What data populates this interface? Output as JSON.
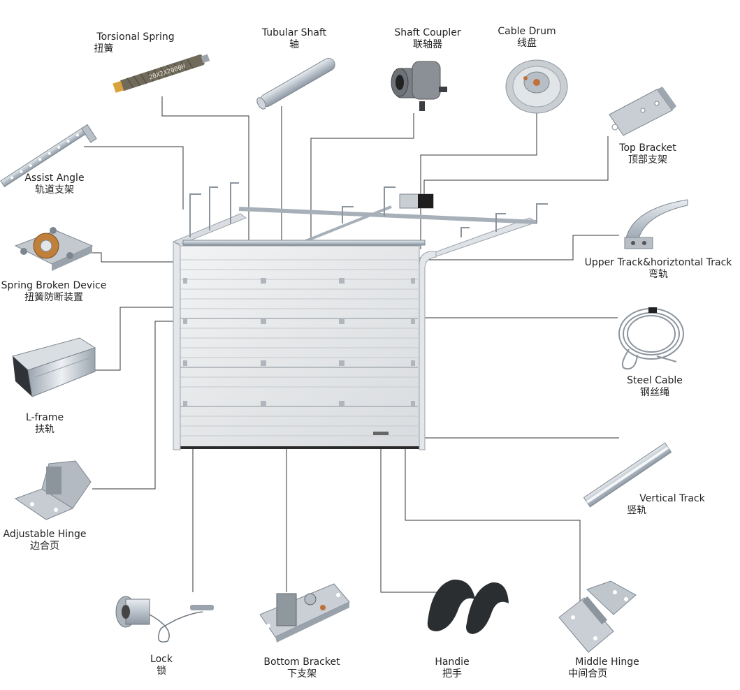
{
  "parts": [
    {
      "id": "torsional-spring",
      "en": "Torsional Spring",
      "zh": "扭簧"
    },
    {
      "id": "tubular-shaft",
      "en": "Tubular Shaft",
      "zh": "轴"
    },
    {
      "id": "shaft-coupler",
      "en": "Shaft Coupler",
      "zh": "联轴器"
    },
    {
      "id": "cable-drum",
      "en": "Cable Drum",
      "zh": "线盘"
    },
    {
      "id": "top-bracket",
      "en": "Top Bracket",
      "zh": "顶部支架"
    },
    {
      "id": "assist-angle",
      "en": "Assist Angle",
      "zh": "轨道支架"
    },
    {
      "id": "spring-broken-device",
      "en": "Spring Broken Device",
      "zh": "扭簧防断装置"
    },
    {
      "id": "upper-track",
      "en": "Upper Track&horiztontal Track",
      "zh": "弯轨"
    },
    {
      "id": "steel-cable",
      "en": "Steel Cable",
      "zh": "钢丝绳"
    },
    {
      "id": "l-frame",
      "en": "L-frame",
      "zh": "扶轨"
    },
    {
      "id": "vertical-track",
      "en": "Vertical Track",
      "zh": "竖轨"
    },
    {
      "id": "adjustable-hinge",
      "en": "Adjustable Hinge",
      "zh": "边合页"
    },
    {
      "id": "lock",
      "en": "Lock",
      "zh": "锁"
    },
    {
      "id": "bottom-bracket",
      "en": "Bottom Bracket",
      "zh": "下支架"
    },
    {
      "id": "handle",
      "en": "Handie",
      "zh": "把手"
    },
    {
      "id": "middle-hinge",
      "en": "Middle Hinge",
      "zh": "中间合页"
    }
  ],
  "spring_print": "20X2X2000H"
}
